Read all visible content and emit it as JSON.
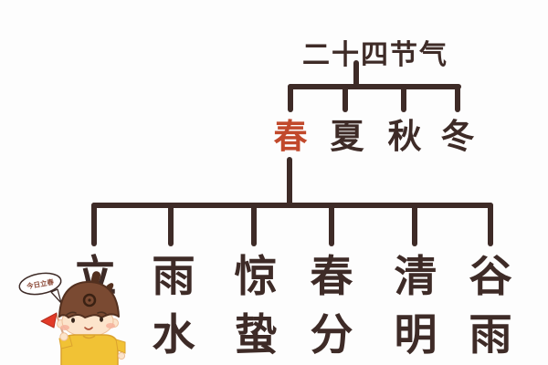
{
  "title": {
    "text": "二十四节气"
  },
  "seasons": [
    {
      "label": "春",
      "highlighted": true
    },
    {
      "label": "夏",
      "highlighted": false
    },
    {
      "label": "秋",
      "highlighted": false
    },
    {
      "label": "冬",
      "highlighted": false
    }
  ],
  "terms": [
    {
      "chars": [
        "立"
      ]
    },
    {
      "chars": [
        "雨",
        "水"
      ]
    },
    {
      "chars": [
        "惊",
        "蛰"
      ]
    },
    {
      "chars": [
        "春",
        "分"
      ]
    },
    {
      "chars": [
        "清",
        "明"
      ]
    },
    {
      "chars": [
        "谷",
        "雨"
      ]
    }
  ],
  "mascot": {
    "speech_bubble": "今日立春"
  },
  "colors": {
    "ink": "#3e2b27",
    "accent_red": "#c1492c",
    "background": "#fdfdfd",
    "flag_red": "#e23a28",
    "hat_brown": "#7a4a32",
    "hat_dark": "#53301f",
    "shirt_yellow": "#f1c235",
    "skin": "#fce4cb",
    "blush": "#f6b29c"
  }
}
